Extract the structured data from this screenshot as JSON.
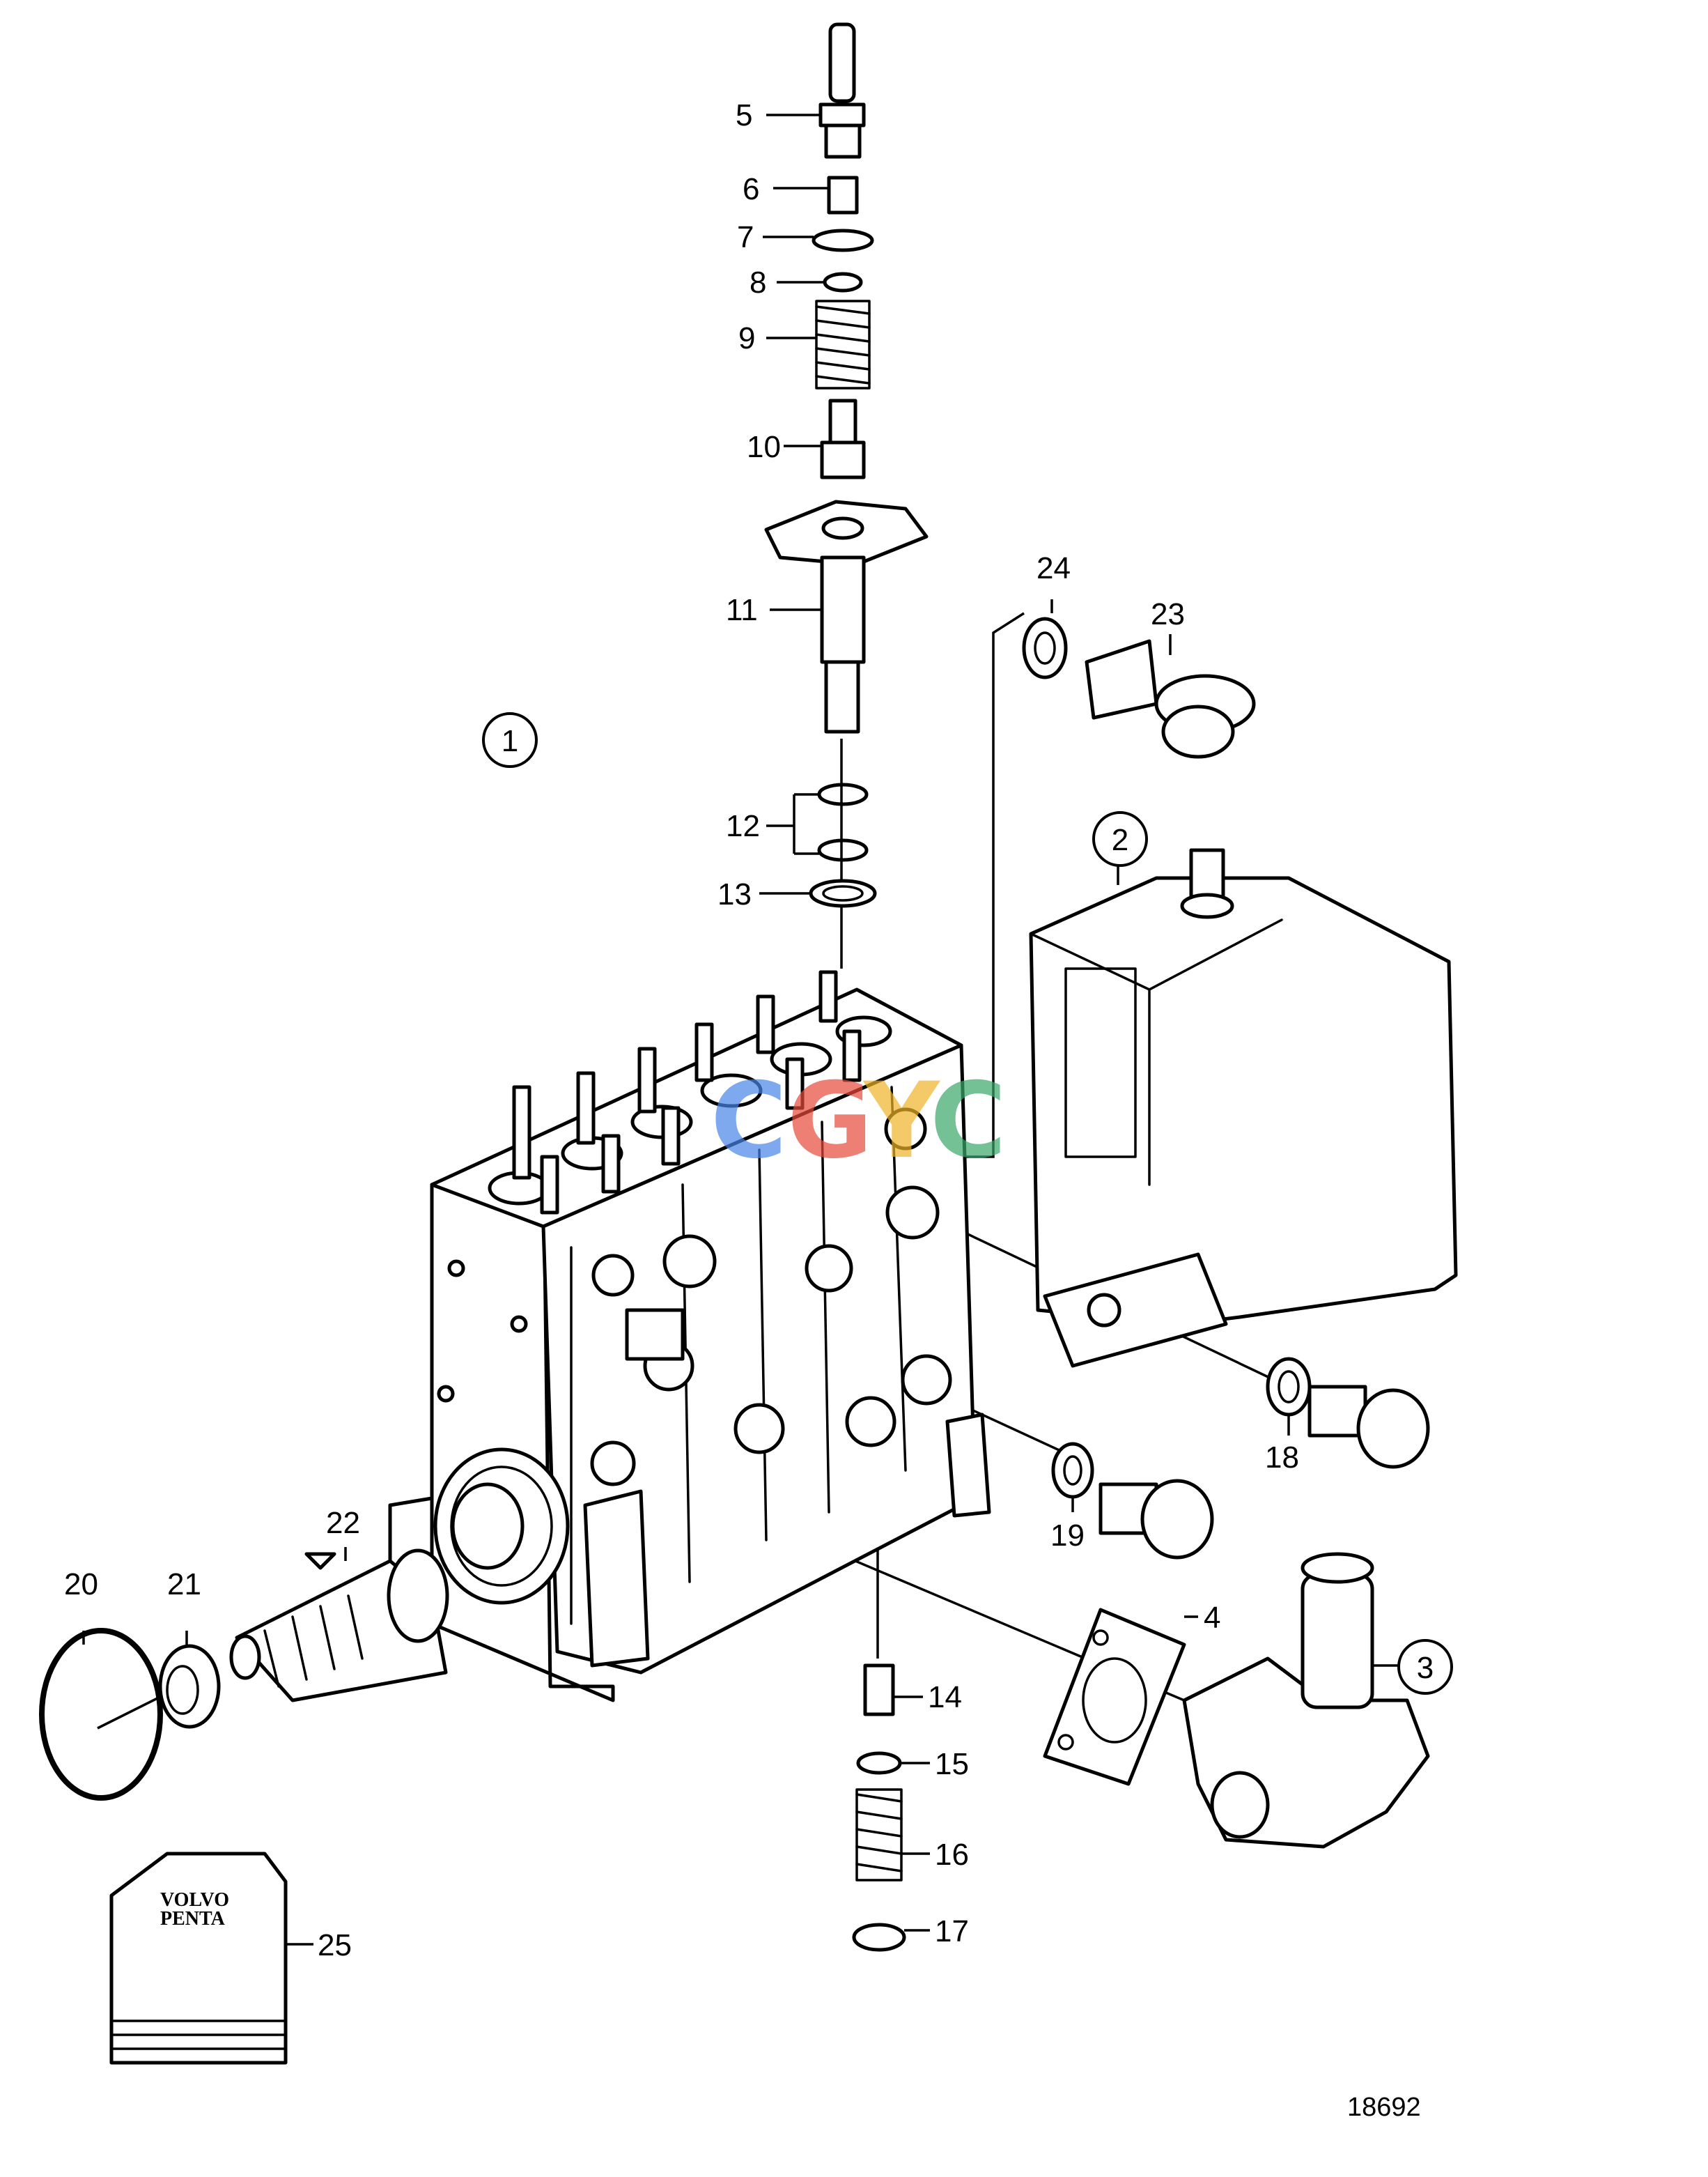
{
  "labels": {
    "p1": "1",
    "p2": "2",
    "p3": "3",
    "p4": "4",
    "p5": "5",
    "p6": "6",
    "p7": "7",
    "p8": "8",
    "p9": "9",
    "p10": "10",
    "p11": "11",
    "p12": "12",
    "p13": "13",
    "p14": "14",
    "p15": "15",
    "p16": "16",
    "p17": "17",
    "p18": "18",
    "p19": "19",
    "p20": "20",
    "p21": "21",
    "p22": "22",
    "p23": "23",
    "p24": "24",
    "p25": "25"
  },
  "kit_brand": {
    "line1": "VOLVO",
    "line2": "PENTA"
  },
  "watermark": {
    "l1": "C",
    "l2": "G",
    "l3": "Y",
    "l4": "C"
  },
  "figure_number": "18692",
  "colors": {
    "stroke": "#000000",
    "background": "#ffffff",
    "wm_blue": "#4a86e8",
    "wm_red": "#e84a3c",
    "wm_yellow": "#f0b429",
    "wm_green": "#3aa86b"
  }
}
